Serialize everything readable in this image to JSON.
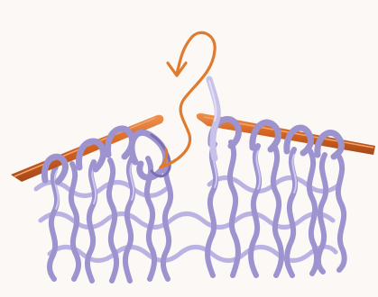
{
  "illustration": {
    "subject": "knitting-stitch-being-worked-between-two-needles",
    "colors": {
      "background": "#fbf8f5",
      "needle": "#d66522",
      "needle_highlight": "#ec9150",
      "needle_shadow": "#a6481a",
      "yarn": "#9d93cf",
      "yarn_light": "#c8c2ea",
      "yarn_dark": "#7a6fb4",
      "arrow": "#e07a2c"
    },
    "icons": [
      "left-needle",
      "right-needle",
      "knitted-fabric",
      "stitch-loop",
      "working-yarn",
      "direction-arrow"
    ]
  }
}
